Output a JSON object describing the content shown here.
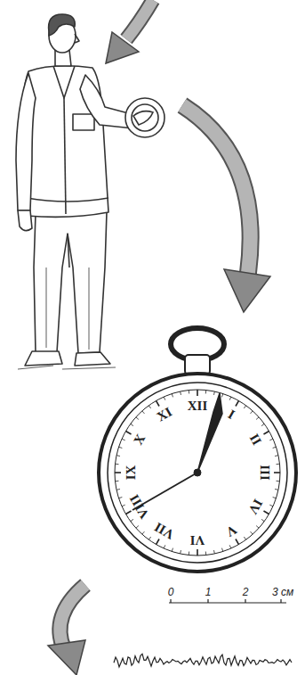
{
  "diagram": {
    "labels": [
      "XII",
      "I",
      "II",
      "III",
      "IV",
      "V",
      "VI",
      "VII",
      "VIII",
      "IX",
      "X",
      "XI",
      "0",
      "1",
      "2",
      "3 см"
    ]
  }
}
